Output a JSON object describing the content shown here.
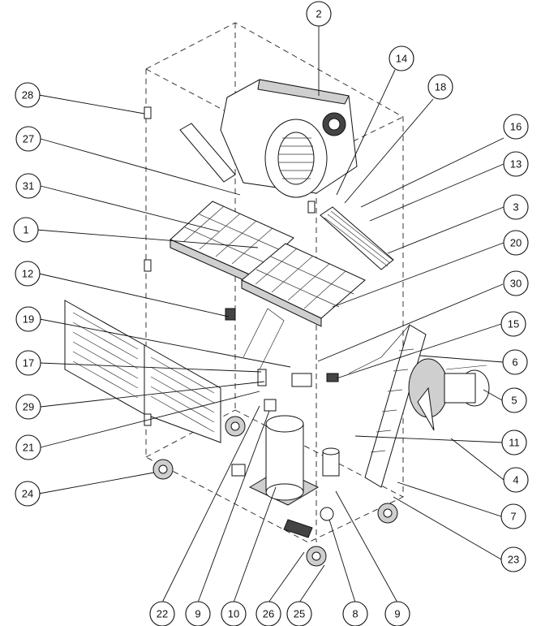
{
  "diagram": {
    "callouts": [
      {
        "id": "c-2",
        "label": "2"
      },
      {
        "id": "c-14",
        "label": "14"
      },
      {
        "id": "c-18",
        "label": "18"
      },
      {
        "id": "c-28",
        "label": "28"
      },
      {
        "id": "c-16",
        "label": "16"
      },
      {
        "id": "c-27",
        "label": "27"
      },
      {
        "id": "c-13",
        "label": "13"
      },
      {
        "id": "c-31",
        "label": "31"
      },
      {
        "id": "c-3",
        "label": "3"
      },
      {
        "id": "c-1",
        "label": "1"
      },
      {
        "id": "c-20",
        "label": "20"
      },
      {
        "id": "c-12",
        "label": "12"
      },
      {
        "id": "c-30",
        "label": "30"
      },
      {
        "id": "c-19",
        "label": "19"
      },
      {
        "id": "c-15",
        "label": "15"
      },
      {
        "id": "c-17",
        "label": "17"
      },
      {
        "id": "c-6",
        "label": "6"
      },
      {
        "id": "c-29",
        "label": "29"
      },
      {
        "id": "c-5",
        "label": "5"
      },
      {
        "id": "c-21",
        "label": "21"
      },
      {
        "id": "c-11",
        "label": "11"
      },
      {
        "id": "c-4",
        "label": "4"
      },
      {
        "id": "c-24",
        "label": "24"
      },
      {
        "id": "c-7",
        "label": "7"
      },
      {
        "id": "c-23",
        "label": "23"
      },
      {
        "id": "c-22",
        "label": "22"
      },
      {
        "id": "c-9a",
        "label": "9"
      },
      {
        "id": "c-10",
        "label": "10"
      },
      {
        "id": "c-26",
        "label": "26"
      },
      {
        "id": "c-25",
        "label": "25"
      },
      {
        "id": "c-8",
        "label": "8"
      },
      {
        "id": "c-9b",
        "label": "9"
      }
    ]
  }
}
